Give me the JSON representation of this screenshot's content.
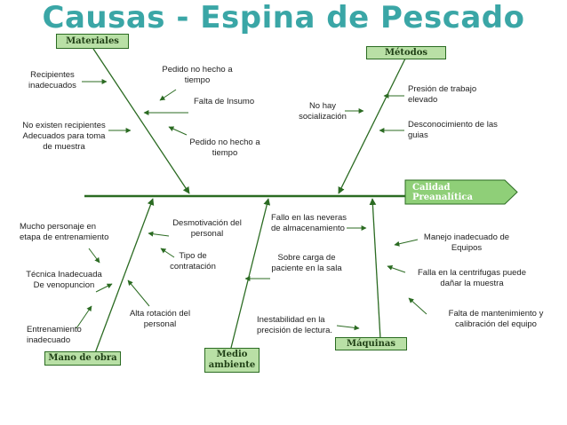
{
  "title": "Causas - Espina de Pescado",
  "effect": {
    "label": "Calidad Preanalítica",
    "color": "#8fcf78"
  },
  "categories": {
    "materiales": "Materiales",
    "metodos": "Métodos",
    "mano_de_obra": "Mano de obra",
    "medio_ambiente": "Medio ambiente",
    "maquinas": "Máquinas"
  },
  "causes": {
    "recipientes_inadecuados": "Recipientes inadecuados",
    "pedido_hecho_1": "Pedido no hecho a tiempo",
    "falta_insumo": "Falta de Insumo",
    "no_existen": "No existen recipientes Adecuados para toma de muestra",
    "pedido_hecho_2": "Pedido no hecho a tiempo",
    "no_socializacion": "No hay socialización",
    "presion_trabajo": "Presión de trabajo elevado",
    "desconocimiento": "Desconocimiento de las guias",
    "mucho_personaje": "Mucho personaje en etapa de entrenamiento",
    "tecnica": "Técnica Inadecuada De venopuncion",
    "entrenamiento": "Entrenamiento inadecuado",
    "desmotivacion": "Desmotivación del personal",
    "tipo_contratacion": "Tipo de contratación",
    "alta_rotacion": "Alta rotación del personal",
    "fallo_neveras": "Fallo en las neveras de almacenamiento",
    "sobre_carga": "Sobre carga de paciente en la sala",
    "inestabilidad": "Inestabilidad en la precisión de lectura.",
    "manejo_inadecuado": "Manejo inadecuado de Equipos",
    "falla_centrifugas": "Falla en la centrifugas puede dañar la muestra",
    "falta_mantenimiento": "Falta de mantenimiento y calibración del equipo"
  },
  "colors": {
    "title": "#3aa6a6",
    "category_fill": "#b9e0a6",
    "category_border": "#2b6b22",
    "line": "#2b6b22"
  }
}
